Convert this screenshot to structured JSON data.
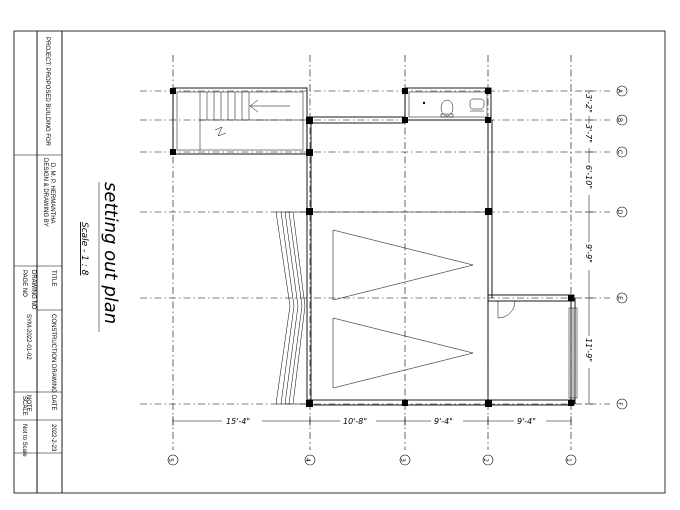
{
  "title_block": {
    "project": "PROJECT: PROPOSED BUILDING FOR",
    "designed_by": "DESIGN & DRAWING BY",
    "designer_name": "D. M. P. HERMANTHA",
    "title_label": "TITLE",
    "title_value": "CONSTRUCTION DRAWING",
    "date_label": "DATE",
    "date_value": "2022-2-23",
    "page_label": "PAGE NO",
    "drawing_label": "DRAWING NO",
    "drawing_value": "SYM-2022-01-02",
    "note_label": "NOTE",
    "scale_label": "SCALE",
    "scale_value": "Not to Scale"
  },
  "plan": {
    "title": "setting out plan",
    "scale": "Scale - 1 : 8"
  },
  "grid_lines": {
    "horizontal": [
      "A",
      "B",
      "C",
      "D",
      "E",
      "F"
    ],
    "vertical": [
      "1",
      "2",
      "3",
      "4",
      "5"
    ]
  },
  "dimensions": {
    "right": [
      "3'-2\"",
      "3'-7\"",
      "6'-10\"",
      "9'-9\"",
      "11'-9\""
    ],
    "bottom": [
      "15'-4\"",
      "10'-8\"",
      "9'-4\"",
      "9'-4\""
    ]
  }
}
